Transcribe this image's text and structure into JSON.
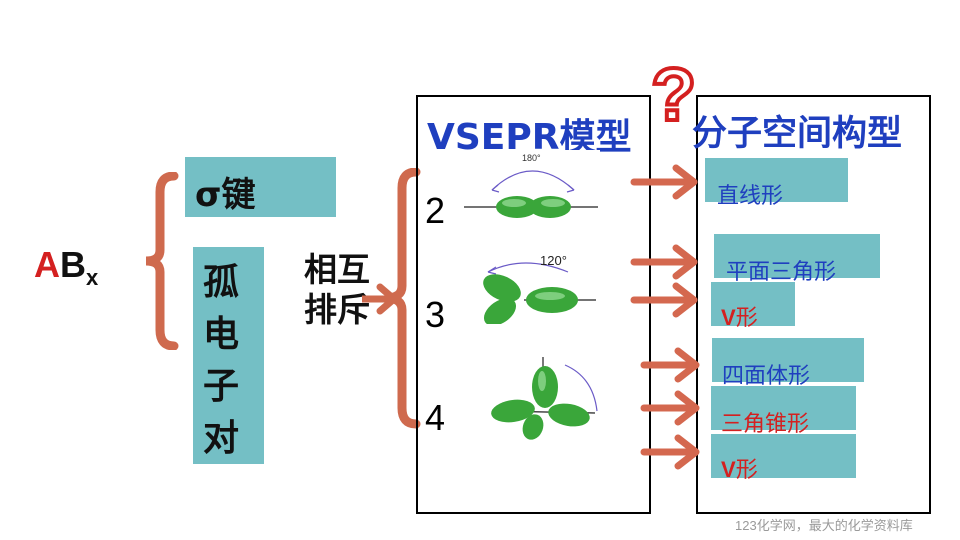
{
  "formula": {
    "a": "A",
    "b": "B",
    "sub": "x"
  },
  "sigma_bond": "σ键",
  "lone_pair": [
    "孤",
    "电",
    "子",
    "对"
  ],
  "repulsion": [
    "相互",
    "排斥"
  ],
  "vsepr_title": "VSEPR模型",
  "question_mark": "?",
  "shape_title": "分子空间构型",
  "counts": [
    "2",
    "3",
    "4"
  ],
  "angles": {
    "linear": "180°",
    "trigonal": "120°"
  },
  "shapes": [
    {
      "text": "直线形",
      "color": "#1f3fbf"
    },
    {
      "text": "平面三角形",
      "color": "#1f3fbf"
    },
    {
      "v": "V",
      "rest": "形"
    },
    {
      "text": "四面体形",
      "color": "#1f3fbf"
    },
    {
      "text": "三角锥形",
      "color": "#d42020"
    },
    {
      "v": "V",
      "rest": "形"
    }
  ],
  "colors": {
    "teal": "#74bfc5",
    "brace": "#cf6a4e",
    "arrow": "#d4684f",
    "orbital": "#3aa63a",
    "title_blue": "#1f3fbf",
    "accent_red": "#d42020"
  },
  "watermark": "123化学网，最大的化学资料库"
}
